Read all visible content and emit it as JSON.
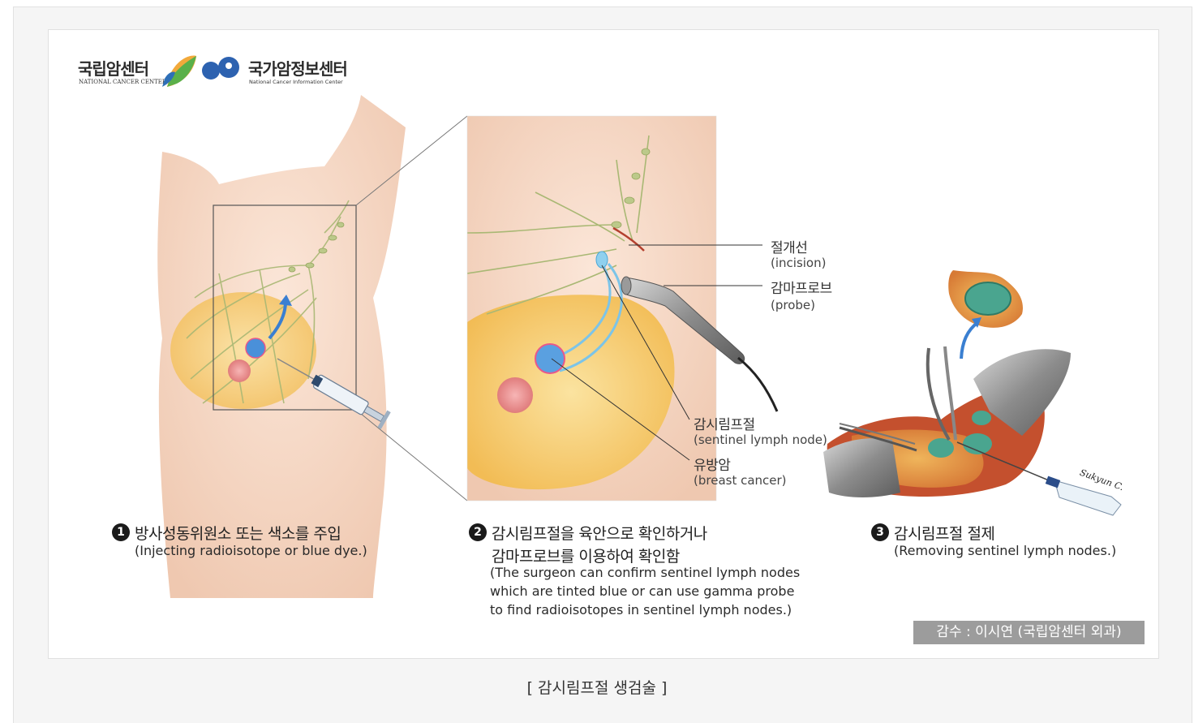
{
  "logos": {
    "ncc": {
      "name_kr": "국립암센터",
      "name_en": "NATIONAL CANCER CENTER"
    },
    "ncic": {
      "name_kr": "국가암정보센터",
      "name_en": "National Cancer Information Center"
    }
  },
  "labels": [
    {
      "kr": "절개선",
      "en": "(incision)"
    },
    {
      "kr": "감마프로브",
      "en": "(probe)"
    },
    {
      "kr": "감시림프절",
      "en": "(sentinel lymph node)"
    },
    {
      "kr": "유방암",
      "en": "(breast cancer)"
    }
  ],
  "steps": [
    {
      "num": "1",
      "kr": [
        "방사성동위원소 또는 색소를 주입"
      ],
      "en": [
        "(Injecting radioisotope or blue dye.)"
      ]
    },
    {
      "num": "2",
      "kr": [
        "감시림프절을 육안으로 확인하거나",
        "감마프로브를 이용하여 확인함"
      ],
      "en": [
        "(The surgeon can confirm sentinel lymph nodes",
        "which are tinted blue or can use gamma probe",
        "to find radioisotopes in sentinel lymph nodes.)"
      ]
    },
    {
      "num": "3",
      "kr": [
        "감시림프절 절제"
      ],
      "en": [
        "(Removing sentinel lymph nodes.)"
      ]
    }
  ],
  "credit": "감수 : 이시연 (국립암센터 외과)",
  "signature": "Sukyun C.",
  "caption": "[ 감시림프절 생검술 ]",
  "colors": {
    "skin": "#f6d9c8",
    "fat": "#f6c86a",
    "lymph": "#a9b874",
    "dye_blue": "#5aa9e6",
    "tumor_blue": "#4a90d9",
    "nipple": "#e88c8c",
    "tissue_red": "#c4502e",
    "node_green": "#4aa58f"
  }
}
